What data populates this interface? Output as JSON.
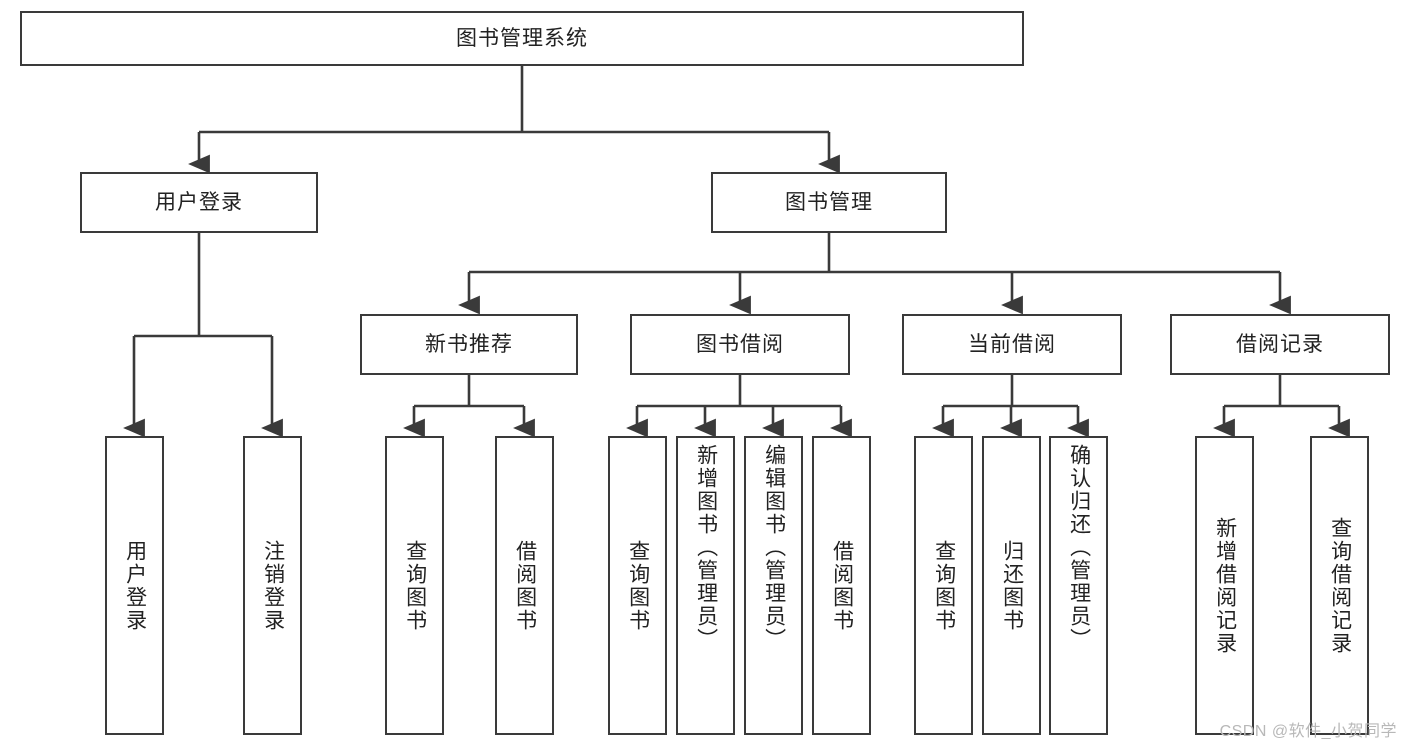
{
  "diagram": {
    "title": "图书管理系统",
    "watermark": "CSDN @软件_小贺同学",
    "type": "tree-hierarchy-diagram",
    "arrow_color": "#3a3a3a",
    "box_border_color": "#3a3a3a",
    "box_fill_color": "#ffffff",
    "text_color": "#222222",
    "root": {
      "label": "图书管理系统",
      "level": 0
    },
    "level1": [
      {
        "label": "用户登录"
      },
      {
        "label": "图书管理"
      }
    ],
    "level2": [
      {
        "label": "新书推荐",
        "parent": "图书管理"
      },
      {
        "label": "图书借阅",
        "parent": "图书管理"
      },
      {
        "label": "当前借阅",
        "parent": "图书管理"
      },
      {
        "label": "借阅记录",
        "parent": "图书管理"
      }
    ],
    "leaves": {
      "user_login": [
        {
          "label": "用户登录"
        },
        {
          "label": "注销登录"
        }
      ],
      "new_book_recommend": [
        {
          "label": "查询图书"
        },
        {
          "label": "借阅图书"
        }
      ],
      "book_borrow": [
        {
          "label": "查询图书"
        },
        {
          "label": "新增图书（管理员）"
        },
        {
          "label": "编辑图书（管理员）"
        },
        {
          "label": "借阅图书"
        }
      ],
      "current_borrow": [
        {
          "label": "查询图书"
        },
        {
          "label": "归还图书"
        },
        {
          "label": "确认归还（管理员）"
        }
      ],
      "borrow_record": [
        {
          "label": "新增借阅记录"
        },
        {
          "label": "查询借阅记录"
        }
      ]
    }
  }
}
